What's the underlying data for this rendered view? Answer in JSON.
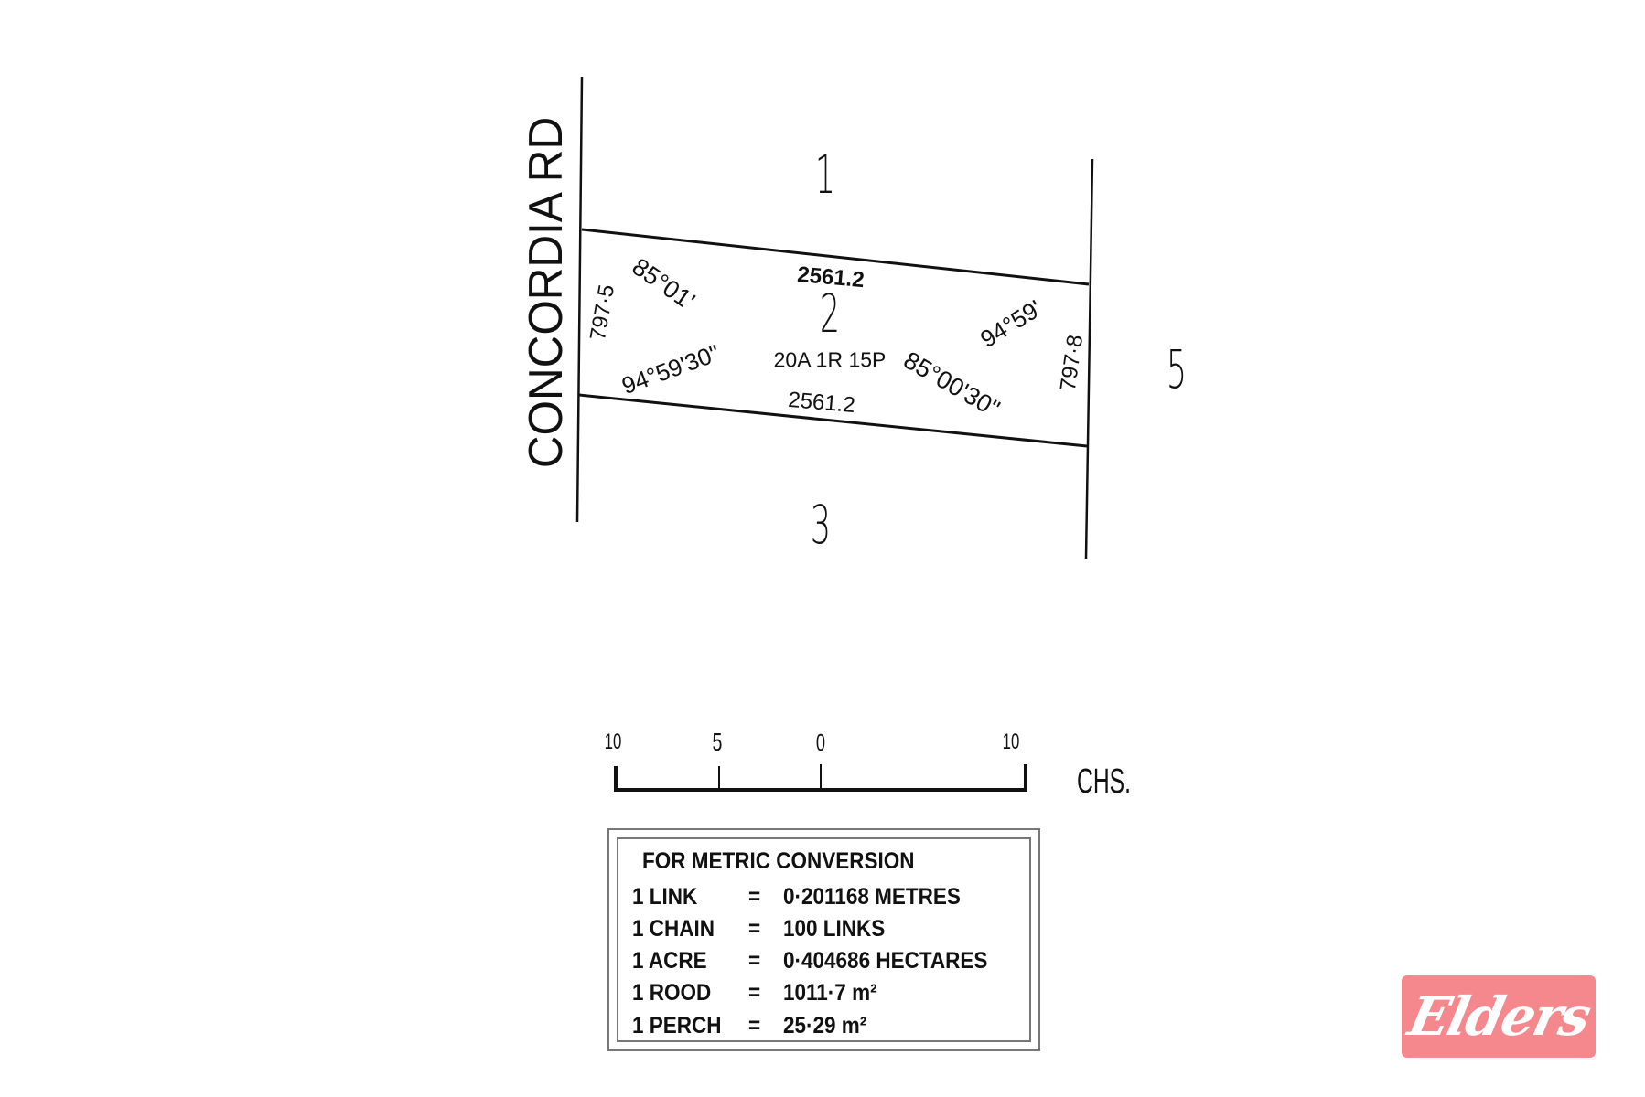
{
  "road": {
    "name": "CONCORDIA  RD"
  },
  "lots": {
    "north": "1",
    "subject": "2",
    "south": "3",
    "east": "5"
  },
  "subject_lot": {
    "area": "20A 1R 15P",
    "north_boundary": "2561.2",
    "south_boundary": "2561.2",
    "west_boundary": "797·5",
    "east_boundary": "797·8",
    "angle_nw": "85°01'",
    "angle_sw": "94°59'30\"",
    "angle_ne": "94°59'",
    "angle_se": "85°00'30\""
  },
  "scale_bar": {
    "labels": [
      "10",
      "5",
      "0",
      "10"
    ],
    "unit": "CHS."
  },
  "metric_conversion": {
    "title": "FOR METRIC CONVERSION",
    "rows": [
      {
        "unit": "1 LINK",
        "eq": "=",
        "value": "0·201168 METRES"
      },
      {
        "unit": "1 CHAIN",
        "eq": "=",
        "value": "100 LINKS"
      },
      {
        "unit": "1 ACRE",
        "eq": "=",
        "value": "0·404686 HECTARES"
      },
      {
        "unit": "1 ROOD",
        "eq": "=",
        "value": "1011·7 m²"
      },
      {
        "unit": "1 PERCH",
        "eq": "=",
        "value": "25·29 m²"
      }
    ]
  },
  "logo": {
    "text": "Elders",
    "color": "#f4888c"
  }
}
